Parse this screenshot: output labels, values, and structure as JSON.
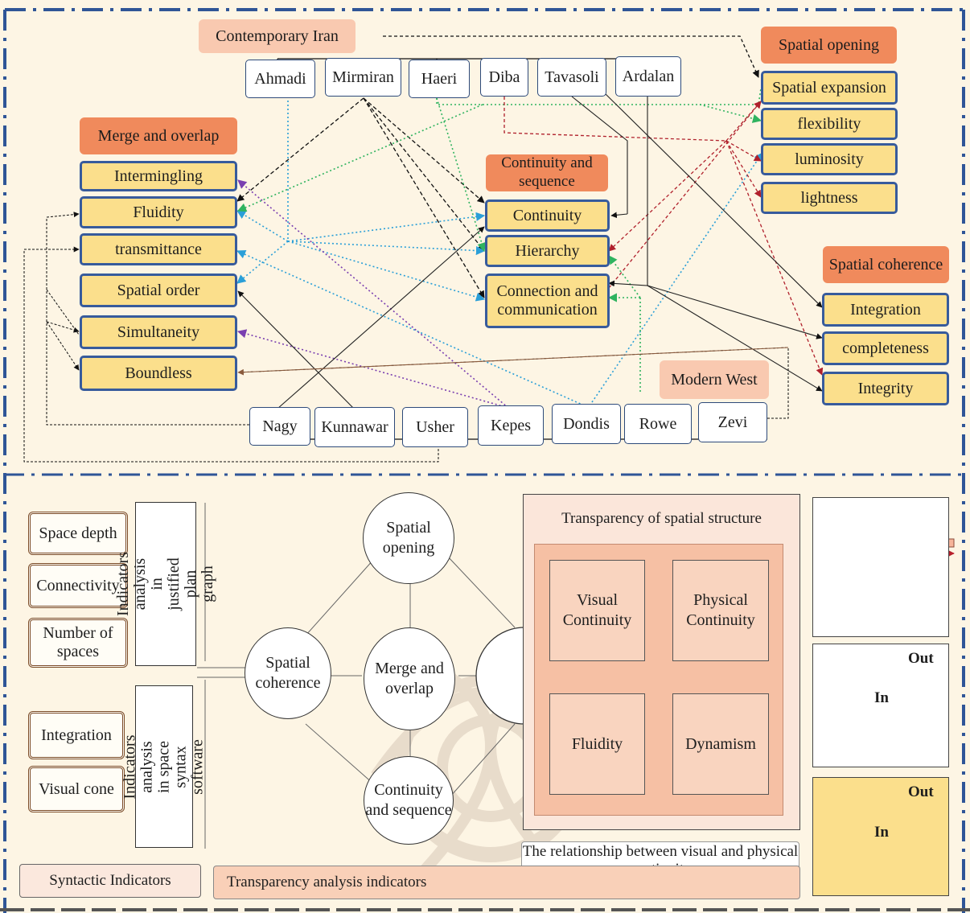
{
  "top": {
    "groups": {
      "contemporary_iran": "Contemporary Iran",
      "modern_west": "Modern West"
    },
    "iran_names": [
      "Ahmadi",
      "Mirmiran",
      "Haeri",
      "Diba",
      "Tavasoli",
      "Ardalan"
    ],
    "west_names": [
      "Nagy",
      "Kunnawar",
      "Usher",
      "Kepes",
      "Dondis",
      "Rowe",
      "Zevi"
    ],
    "merge": {
      "title": "Merge and overlap",
      "items": [
        "Intermingling",
        "Fluidity",
        "transmittance",
        "Spatial order",
        "Simultaneity",
        "Boundless"
      ]
    },
    "continuity": {
      "title": "Continuity and sequence",
      "items": [
        "Continuity",
        "Hierarchy",
        "Connection and communication"
      ]
    },
    "opening": {
      "title": "Spatial opening",
      "items": [
        "Spatial expansion",
        "flexibility",
        "luminosity",
        "lightness"
      ]
    },
    "coherence": {
      "title": "Spatial coherence",
      "items": [
        "Integration",
        "completeness",
        "Integrity"
      ]
    }
  },
  "bottom": {
    "indicators": [
      "Space depth",
      "Connectivity",
      "Number of spaces",
      "Integration",
      "Visual cone"
    ],
    "vtab_graph": "Indicators analysis in justified plan graph",
    "vtab_syntax": "Indicators analysis in space syntax software",
    "circles": [
      "Spatial opening",
      "Spatial coherence",
      "Merge and overlap",
      "Continuity and sequence"
    ],
    "transparency_title": "Transparency of spatial structure",
    "quadrants": [
      "Visual Continuity",
      "Physical Continuity",
      "Fluidity",
      "Dynamism"
    ],
    "relationship_label": "The relationship between visual and physical continuity",
    "syntactic_label": "Syntactic Indicators",
    "transparency_label": "Transparency analysis indicators",
    "in_label": "In",
    "out_label": "Out"
  },
  "colors": {
    "background": "#fdf5e4",
    "header_orange": "#f08a5c",
    "header_light": "#f9c9b0",
    "item_yellow": "#fbdf8c",
    "item_border": "#375b9c",
    "frame_dash": "#2f5597",
    "arrow_black": "#111111",
    "arrow_blue": "#2a9fd8",
    "arrow_green": "#2fb35f",
    "arrow_purple": "#7a3fb0",
    "arrow_red": "#b0202c",
    "arrow_brown": "#8a5a3c"
  }
}
